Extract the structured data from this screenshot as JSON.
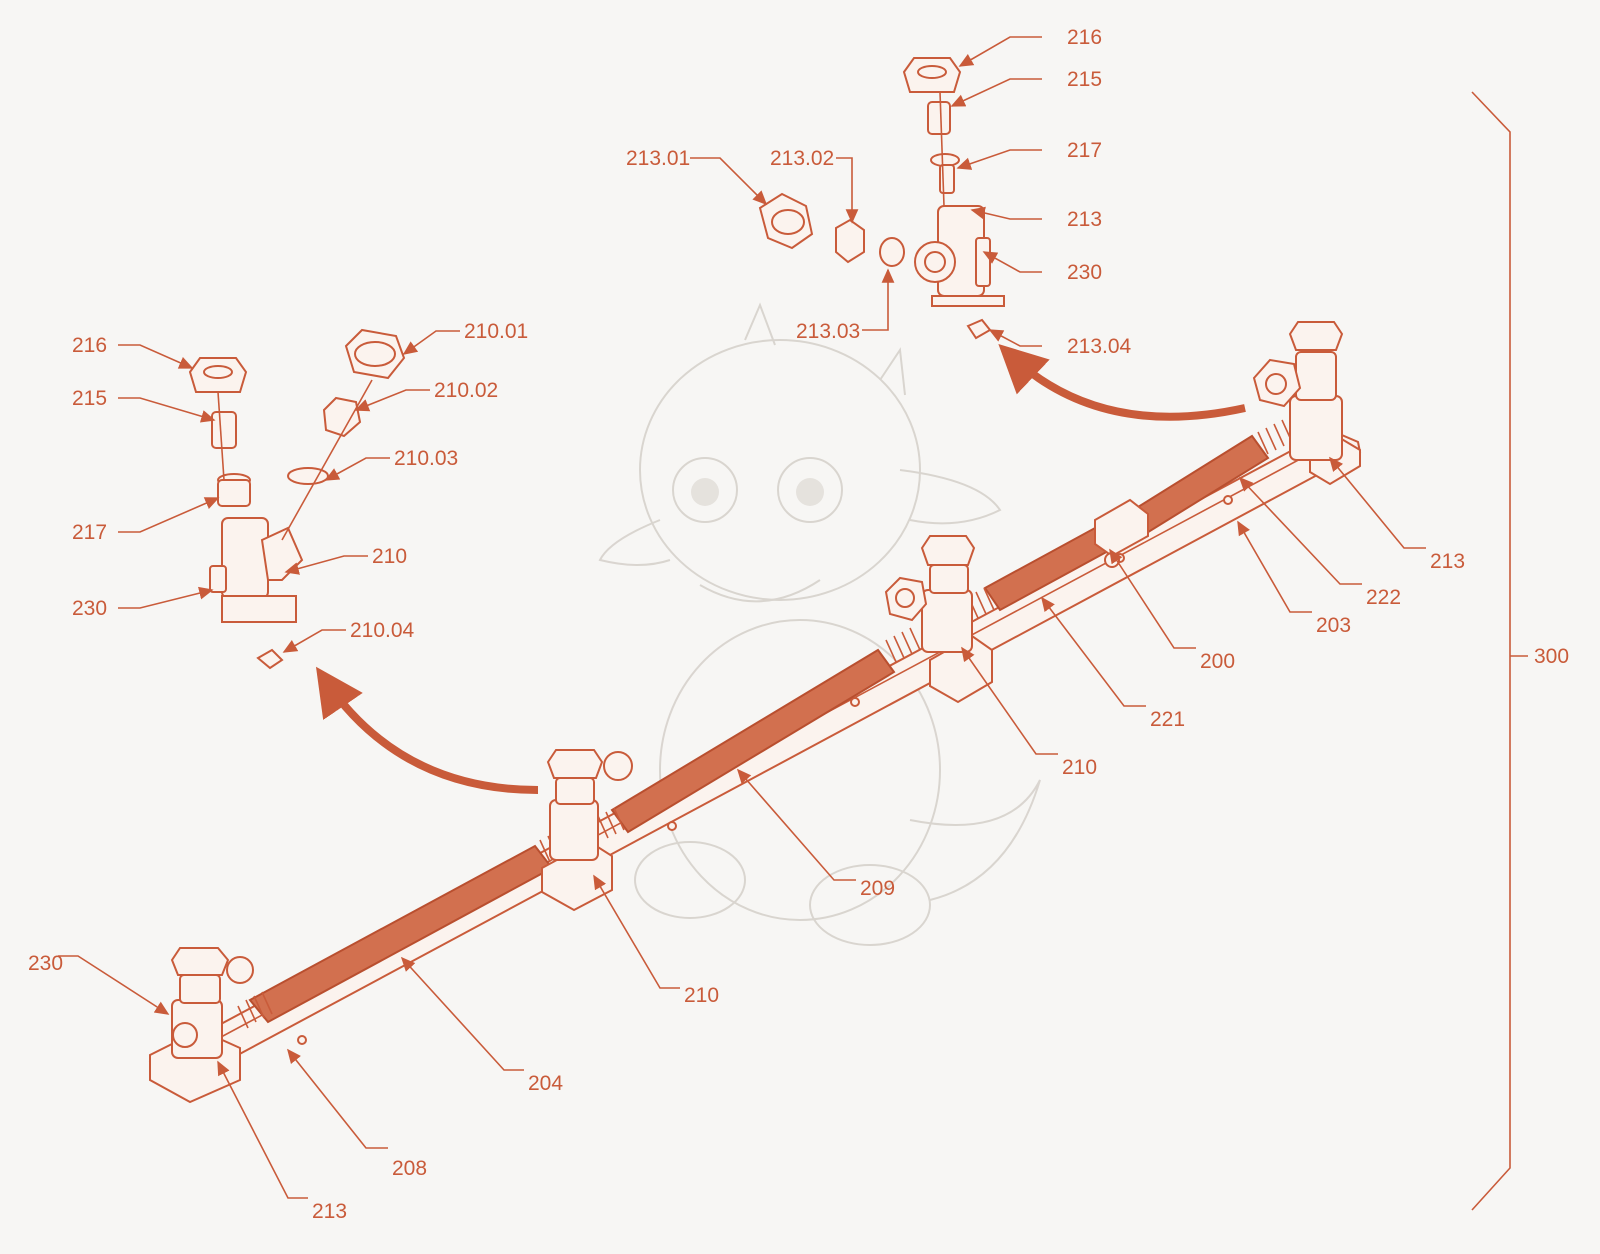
{
  "colors": {
    "accent": "#c95b3a",
    "pipe": "#d2704f",
    "background": "#f7f6f4",
    "ghost": "#d6d2cc"
  },
  "labels": {
    "l_216_top": "216",
    "l_215_top": "215",
    "l_217_top": "217",
    "l_213_top": "213",
    "l_230_top": "230",
    "l_21301": "213.01",
    "l_21302": "213.02",
    "l_21303": "213.03",
    "l_21304": "213.04",
    "l_216_left": "216",
    "l_215_left": "215",
    "l_217_left": "217",
    "l_230_left": "230",
    "l_21001": "210.01",
    "l_21002": "210.02",
    "l_21003": "210.03",
    "l_210_exp": "210",
    "l_21004": "210.04",
    "l_213_right": "213",
    "l_222": "222",
    "l_203": "203",
    "l_200": "200",
    "l_221": "221",
    "l_210_mid": "210",
    "l_209": "209",
    "l_210_low": "210",
    "l_204": "204",
    "l_230_bottom": "230",
    "l_208": "208",
    "l_213_bottom": "213",
    "l_300": "300"
  },
  "icons": {
    "watermark": "baby-dragon-sketch-icon",
    "arrow": "curved-arrow-icon"
  }
}
